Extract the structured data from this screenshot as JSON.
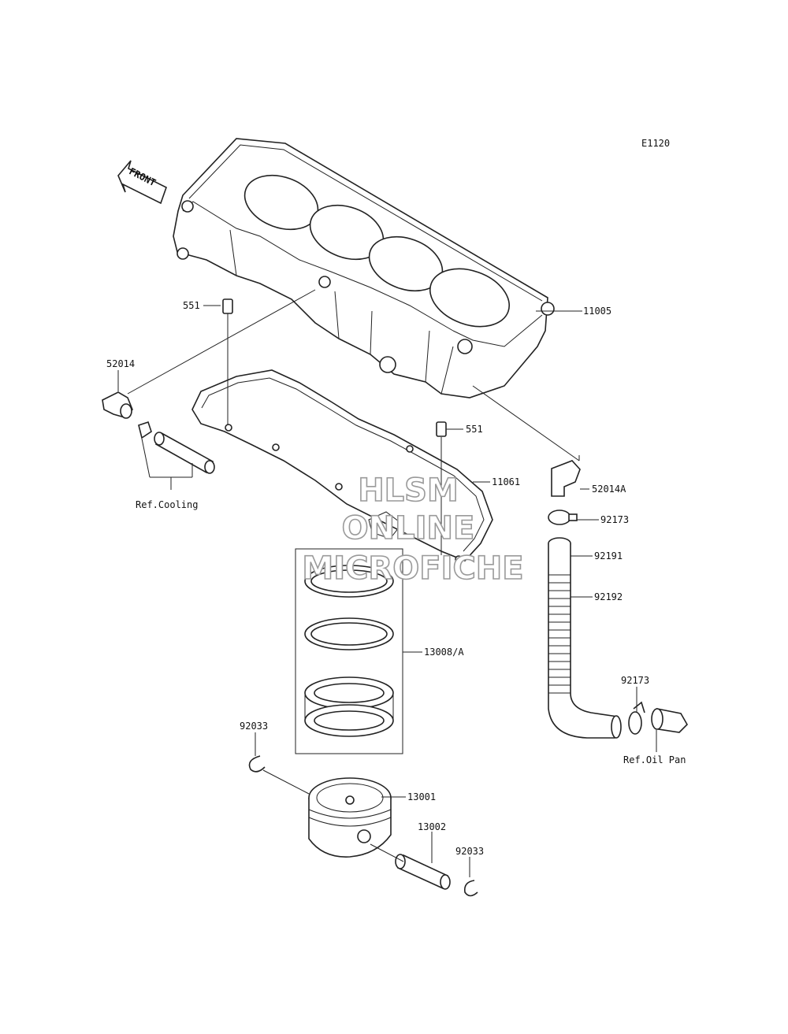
{
  "diagram": {
    "code": "E1120",
    "front_arrow": "FRONT",
    "watermark": [
      "HLSM",
      "ONLINE",
      "MICROFICHE"
    ],
    "refs": {
      "cooling": "Ref.Cooling",
      "oil_pan": "Ref.Oil Pan"
    },
    "callouts": {
      "p11005": "11005",
      "p551_top": "551",
      "p551_mid": "551",
      "p52014": "52014",
      "p52014A": "52014A",
      "p11061": "11061",
      "p92173_a": "92173",
      "p92191": "92191",
      "p92192": "92192",
      "p13008A": "13008/A",
      "p92173_b": "92173",
      "p92033_a": "92033",
      "p13001": "13001",
      "p13002": "13002",
      "p92033_b": "92033"
    }
  }
}
